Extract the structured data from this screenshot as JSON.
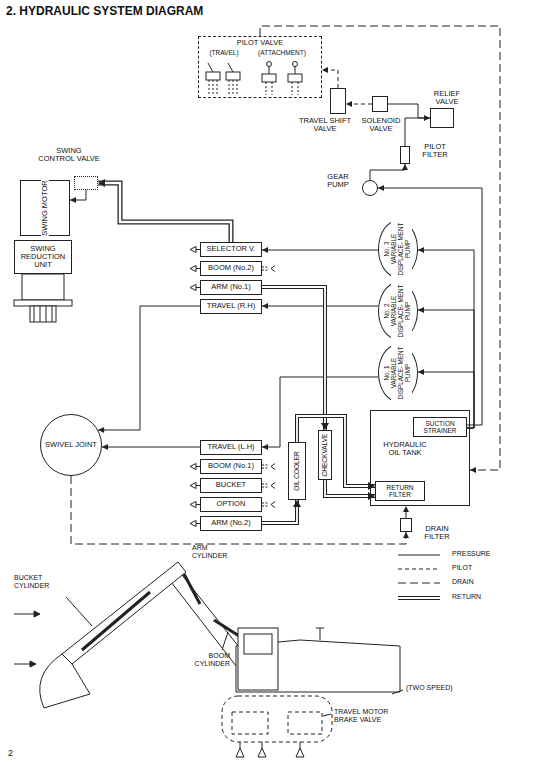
{
  "diagram": {
    "title": "2. HYDRAULIC SYSTEM DIAGRAM",
    "nodes": [
      {
        "text": [
          "PILOT VALVE"
        ]
      },
      {
        "text": [
          "TRAVEL SHIFT VALVE"
        ]
      },
      {
        "text": [
          "SOLENOID VALVE"
        ]
      },
      {
        "text": [
          "RELIEF VALVE"
        ]
      },
      {
        "text": [
          "PILOT FILTER"
        ]
      },
      {
        "text": [
          "SWING CONTROL VALVE"
        ]
      },
      {
        "text": [
          "GEAR PUMP"
        ]
      },
      {
        "text": [
          "SWING MOTOR"
        ]
      },
      {
        "text": [
          "SWING REDUCTION UNIT"
        ]
      },
      {
        "text": [
          "SELECTOR V."
        ]
      },
      {
        "text": [
          "BOOM (No.2)"
        ]
      },
      {
        "text": [
          "ARM (No.1)"
        ]
      },
      {
        "text": [
          "TRAVEL (R.H)"
        ]
      },
      {
        "text": [
          "No. 3",
          "VARIABLE DISPLACE- MENT PUMP"
        ]
      },
      {
        "text": [
          "No. 2",
          "VARIABLE DISPLACE- MENT PUMP"
        ]
      },
      {
        "text": [
          "No. 1",
          "VARIABLE DISPLACE- MENT PUMP"
        ]
      },
      {
        "text": [
          "HYDRAULIC OIL TANK"
        ]
      },
      {
        "text": [
          "SUCTION STRAINER"
        ],
        "in": 16
      },
      {
        "text": [
          "RETURN FILTER"
        ],
        "in": 16
      },
      {
        "text": [
          "SWIVEL JOINT"
        ]
      },
      {
        "text": [
          "TRAVEL (L.H)"
        ]
      },
      {
        "text": [
          "BOOM (No.1)"
        ]
      },
      {
        "text": [
          "BUCKET"
        ]
      },
      {
        "text": [
          "OPTION"
        ]
      },
      {
        "text": [
          "ARM (No.2)"
        ]
      },
      {
        "text": [
          "OIL COOLER"
        ]
      },
      {
        "text": [
          "CHECKVALVE"
        ]
      },
      {
        "text": [
          "DRAIN FILTER"
        ]
      }
    ],
    "edges": [
      {
        "from": 6,
        "to": 4,
        "arrow": "to"
      },
      {
        "from": 4,
        "to": 3,
        "arrow": "to"
      },
      {
        "from": 2,
        "to": 3,
        "arrow": "none"
      },
      {
        "from": 2,
        "to": 1,
        "arrow": "to"
      },
      {
        "from": 1,
        "to": 0,
        "arrow": "to"
      },
      {
        "from": 0,
        "to": 16,
        "arrow": "to"
      },
      {
        "from": 17,
        "to": 6,
        "arrow": "to"
      },
      {
        "from": 17,
        "to": 13,
        "arrow": "to"
      },
      {
        "from": 17,
        "to": 14,
        "arrow": "to"
      },
      {
        "from": 17,
        "to": 15,
        "arrow": "to"
      },
      {
        "from": 13,
        "to": 9,
        "arrow": "to"
      },
      {
        "from": 14,
        "to": 12,
        "arrow": "to"
      },
      {
        "from": 15,
        "to": 20,
        "arrow": "to"
      },
      {
        "from": 9,
        "to": 5,
        "arrow": "to"
      },
      {
        "from": 5,
        "to": 7,
        "arrow": "to"
      },
      {
        "from": 12,
        "to": 19,
        "arrow": "to"
      },
      {
        "from": 20,
        "to": 19,
        "arrow": "to"
      },
      {
        "from": 24,
        "to": 25,
        "arrow": "to"
      },
      {
        "from": 11,
        "to": 26,
        "arrow": "to"
      },
      {
        "from": 25,
        "to": 18,
        "arrow": "to"
      },
      {
        "from": 26,
        "to": 18,
        "arrow": "to"
      },
      {
        "from": 19,
        "to": 27,
        "arrow": "to"
      },
      {
        "from": 27,
        "to": 16,
        "arrow": "to"
      }
    ],
    "labels": [
      "(TRAVEL)",
      "(ATTACHMENT)",
      "BUCKET CYLINDER",
      "ARM CYLINDER",
      "BOOM CYLINDER",
      "(TWO SPEED)",
      "TRAVEL MOTOR BRAKE VALVE",
      "2"
    ],
    "legend": [
      {
        "text": "PRESSURE"
      },
      {
        "text": "PILOT"
      },
      {
        "text": "DRAIN"
      },
      {
        "text": "RETURN"
      }
    ]
  }
}
